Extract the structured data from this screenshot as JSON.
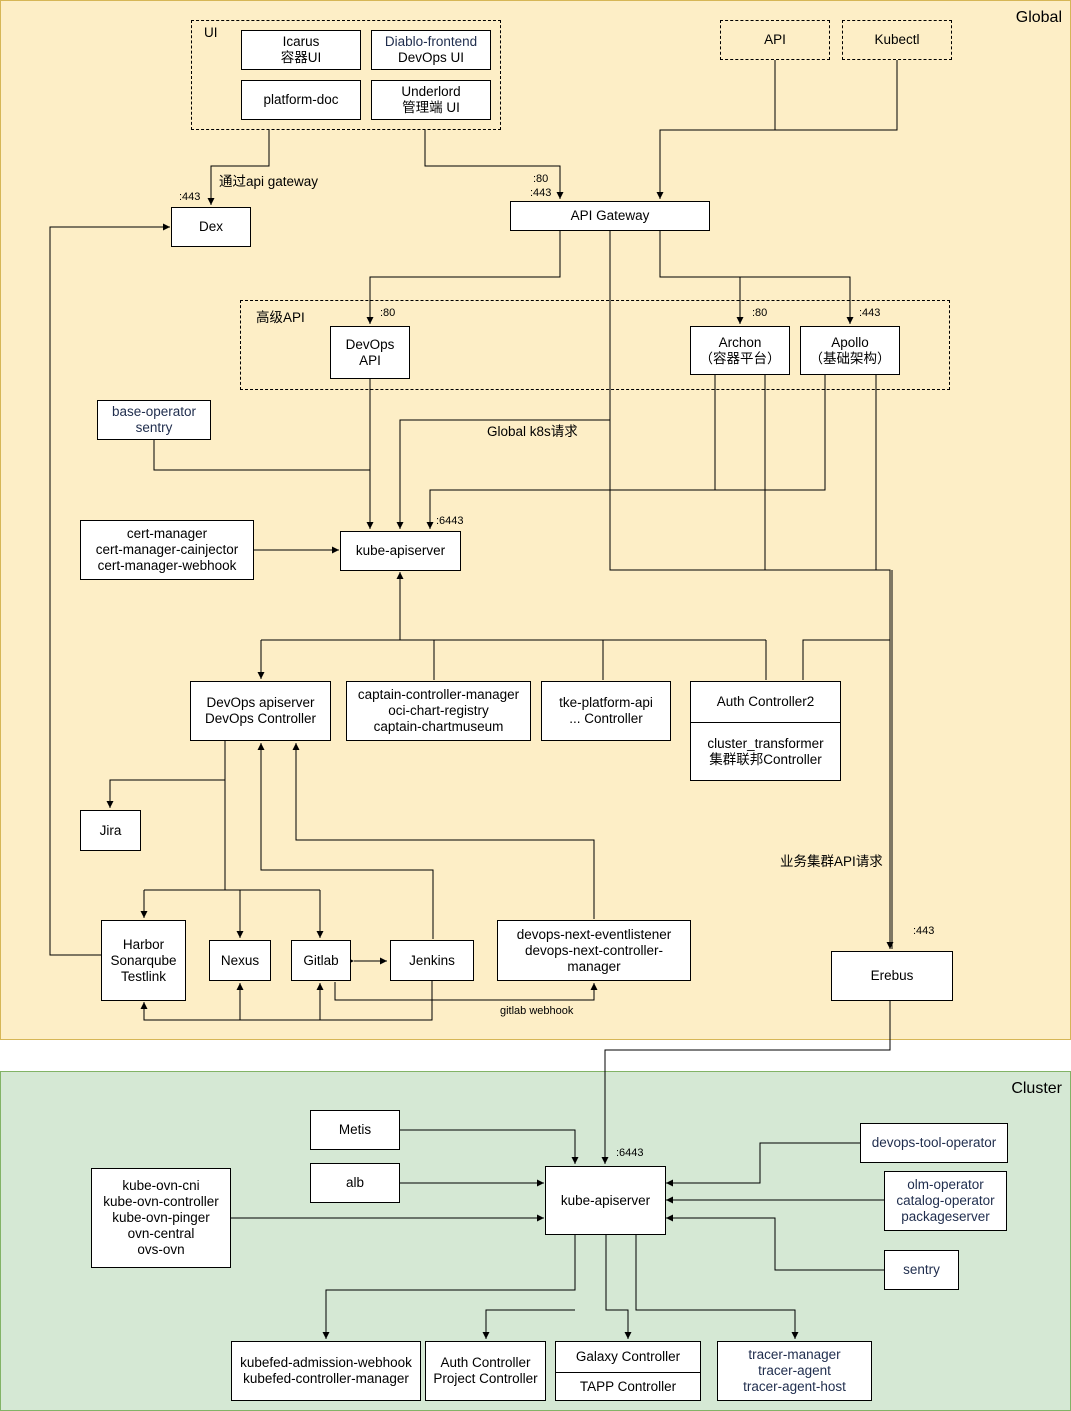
{
  "regions": {
    "global": "Global",
    "cluster": "Cluster"
  },
  "groups": {
    "ui": "UI",
    "advanced_api": "高级API"
  },
  "nodes": {
    "icarus": [
      "Icarus",
      "容器UI"
    ],
    "diablo": [
      "Diablo-frontend",
      "DevOps UI"
    ],
    "platform_doc": [
      "platform-doc"
    ],
    "underlord": [
      "Underlord",
      "管理端 UI"
    ],
    "api": [
      "API"
    ],
    "kubectl": [
      "Kubectl"
    ],
    "dex": [
      "Dex"
    ],
    "api_gateway": [
      "API Gateway"
    ],
    "devops_api": [
      "DevOps",
      "API"
    ],
    "archon": [
      "Archon",
      "（容器平台）"
    ],
    "apollo": [
      "Apollo",
      "（基础架构）"
    ],
    "base_operator": [
      "base-operator",
      "sentry"
    ],
    "cert_manager": [
      "cert-manager",
      "cert-manager-cainjector",
      "cert-manager-webhook"
    ],
    "kube_apiserver_global": [
      "kube-apiserver"
    ],
    "devops_apiserver": [
      "DevOps apiserver",
      "DevOps Controller"
    ],
    "captain": [
      "captain-controller-manager",
      "oci-chart-registry",
      "captain-chartmuseum"
    ],
    "tke_platform": [
      "tke-platform-api",
      "... Controller"
    ],
    "auth_controller2": [
      "Auth Controller2"
    ],
    "cluster_transformer": [
      "cluster_transformer",
      "集群联邦Controller"
    ],
    "jira": [
      "Jira"
    ],
    "harbor": [
      "Harbor",
      "Sonarqube",
      "Testlink"
    ],
    "nexus": [
      "Nexus"
    ],
    "gitlab": [
      "Gitlab"
    ],
    "jenkins": [
      "Jenkins"
    ],
    "devops_next": [
      "devops-next-eventlistener",
      "devops-next-controller-",
      "manager"
    ],
    "erebus": [
      "Erebus"
    ],
    "metis": [
      "Metis"
    ],
    "alb": [
      "alb"
    ],
    "kube_ovn": [
      "kube-ovn-cni",
      "kube-ovn-controller",
      "kube-ovn-pinger",
      "ovn-central",
      "ovs-ovn"
    ],
    "kube_apiserver_cluster": [
      "kube-apiserver"
    ],
    "devops_tool_operator": [
      "devops-tool-operator"
    ],
    "olm": [
      "olm-operator",
      "catalog-operator",
      "packageserver"
    ],
    "sentry": [
      "sentry"
    ],
    "kubefed": [
      "kubefed-admission-webhook",
      "kubefed-controller-manager"
    ],
    "auth_project": [
      "Auth Controller",
      "Project Controller"
    ],
    "galaxy": [
      "Galaxy Controller"
    ],
    "tapp": [
      "TAPP Controller"
    ],
    "tracer": [
      "tracer-manager",
      "tracer-agent",
      "tracer-agent-host"
    ]
  },
  "edge_labels": {
    "via_gateway": "通过api gateway",
    "global_k8s": "Global k8s请求",
    "business_cluster": "业务集群API请求",
    "gitlab_webhook": "gitlab webhook"
  },
  "ports": {
    "dex": ":443",
    "gateway_80": ":80",
    "gateway_443": ":443",
    "devops_api": ":80",
    "archon": ":80",
    "apollo": ":443",
    "kube_global": ":6443",
    "erebus": ":443",
    "kube_cluster": ":6443"
  },
  "colors": {
    "global_bg": "#fdeec6",
    "global_border": "#d6b656",
    "cluster_bg": "#d5e8d4",
    "cluster_border": "#82b366",
    "navy_text": "#1f2d4d"
  }
}
